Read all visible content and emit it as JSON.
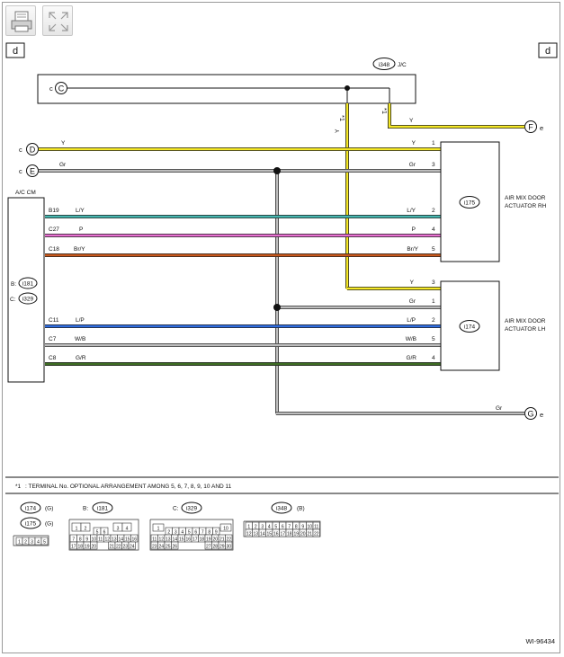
{
  "toolbar": {
    "print_icon": "printer-icon",
    "expand_icon": "expand-arrows-icon"
  },
  "page": {
    "corner_left": "d",
    "corner_right": "d",
    "figure_id": "WI-96434"
  },
  "junction": {
    "name": "J/C",
    "connector_id": "i348",
    "conn_c_letter": "c",
    "conn_c_symbol": "C"
  },
  "star_marks": {
    "left": "*1",
    "right": "*1",
    "wire_y_label": "Y",
    "wire_y_right_label": "Y"
  },
  "left_connectors": {
    "d_prefix": "c",
    "d_symbol": "D",
    "d_wire": "Y",
    "e_prefix": "c",
    "e_symbol": "E",
    "e_wire": "Gr"
  },
  "right_connectors": {
    "f_symbol": "F",
    "f_suffix": "e",
    "g_symbol": "G",
    "g_suffix": "e",
    "g_wire": "Gr"
  },
  "ac_cm": {
    "title": "A/C CM",
    "b_label": "B:",
    "b_id": "i181",
    "c_label": "C:",
    "c_id": "i329",
    "pins": [
      {
        "pin": "B19",
        "wire": "L/Y"
      },
      {
        "pin": "C27",
        "wire": "P"
      },
      {
        "pin": "C18",
        "wire": "Br/Y"
      },
      {
        "pin": "C11",
        "wire": "L/P"
      },
      {
        "pin": "C7",
        "wire": "W/B"
      },
      {
        "pin": "C8",
        "wire": "G/R"
      }
    ]
  },
  "actuator_rh": {
    "id": "i175",
    "name_line1": "AIR MIX DOOR",
    "name_line2": "ACTUATOR RH",
    "terminals": [
      {
        "wire": "Y",
        "num": "1"
      },
      {
        "wire": "Gr",
        "num": "3"
      },
      {
        "wire": "L/Y",
        "num": "2"
      },
      {
        "wire": "P",
        "num": "4"
      },
      {
        "wire": "Br/Y",
        "num": "5"
      }
    ]
  },
  "actuator_lh": {
    "id": "i174",
    "name_line1": "AIR MIX DOOR",
    "name_line2": "ACTUATOR LH",
    "terminals": [
      {
        "wire": "Y",
        "num": "3"
      },
      {
        "wire": "Gr",
        "num": "1"
      },
      {
        "wire": "L/P",
        "num": "2"
      },
      {
        "wire": "W/B",
        "num": "5"
      },
      {
        "wire": "G/R",
        "num": "4"
      }
    ]
  },
  "note": {
    "mark": "*1",
    "text": ": TERMINAL No. OPTIONAL ARRANGEMENT AMONG 5, 6, 7, 8, 9, 10 AND 11"
  },
  "legend": {
    "c174": {
      "id": "i174",
      "suffix": "(G)"
    },
    "c175": {
      "id": "i175",
      "suffix": "(G)"
    },
    "c181": {
      "prefix": "B:",
      "id": "i181"
    },
    "c329": {
      "prefix": "C:",
      "id": "i329"
    },
    "c348": {
      "id": "i348",
      "suffix": "(B)"
    },
    "grid_5": [
      "1",
      "2",
      "3",
      "4",
      "5"
    ],
    "grid_181_top": [
      "1",
      "2",
      "5",
      "6",
      "3",
      "4"
    ],
    "grid_181_mid": [
      "7",
      "8",
      "9",
      "10",
      "11",
      "12",
      "13",
      "14",
      "15",
      "16"
    ],
    "grid_181_bot": [
      "17",
      "18",
      "19",
      "20",
      "21",
      "22",
      "23",
      "24"
    ],
    "grid_329_top": [
      "1",
      "2",
      "3",
      "4",
      "5",
      "6",
      "7",
      "8",
      "9",
      "10"
    ],
    "grid_329_mid": [
      "11",
      "12",
      "13",
      "14",
      "15",
      "16",
      "17",
      "18",
      "19",
      "20",
      "21",
      "22"
    ],
    "grid_329_bot": [
      "23",
      "24",
      "25",
      "26",
      "27",
      "28",
      "29",
      "30"
    ],
    "grid_348_top": [
      "1",
      "2",
      "3",
      "4",
      "5",
      "6",
      "7",
      "8",
      "9",
      "10",
      "11"
    ],
    "grid_348_bot": [
      "12",
      "13",
      "14",
      "15",
      "16",
      "17",
      "18",
      "19",
      "20",
      "21",
      "22"
    ]
  },
  "colors": {
    "yellow": "#f5e826",
    "gray": "#bdbdbd",
    "teal": "#46b7b0",
    "pink": "#e76fd1",
    "brown": "#c9581c",
    "blue": "#2f6de0",
    "green": "#3e6d24"
  }
}
